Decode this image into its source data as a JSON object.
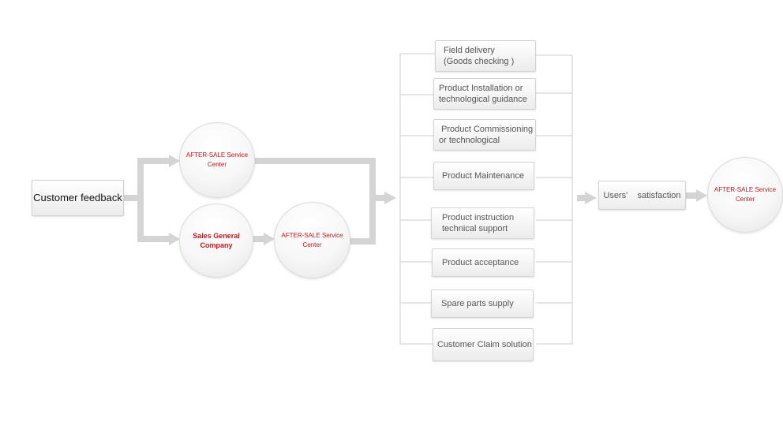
{
  "colors": {
    "red_text": "#c0171e",
    "grey_text": "#555555",
    "arrow": "#d4d4d4",
    "connector": "#cccccc"
  },
  "flow": {
    "start": "Customer feedback",
    "upper_center": [
      "AFTER-SALE  Service",
      "Center"
    ],
    "sales_company": [
      "Sales General",
      "Company"
    ],
    "lower_center": [
      "AFTER-SALE  Service",
      "Center"
    ],
    "services": [
      [
        "Field delivery",
        "(Goods checking )"
      ],
      [
        "Product Installation or",
        "technological guidance"
      ],
      [
        "Product Commissioning",
        "or technological"
      ],
      [
        "Product Maintenance"
      ],
      [
        "Product instruction",
        "technical support"
      ],
      [
        "Product acceptance"
      ],
      [
        "Spare parts supply"
      ],
      [
        "Customer Claim solution"
      ]
    ],
    "satisfaction": "Users'    satisfaction",
    "end_center": [
      "AFTER-SALE  Service",
      "Center"
    ]
  }
}
